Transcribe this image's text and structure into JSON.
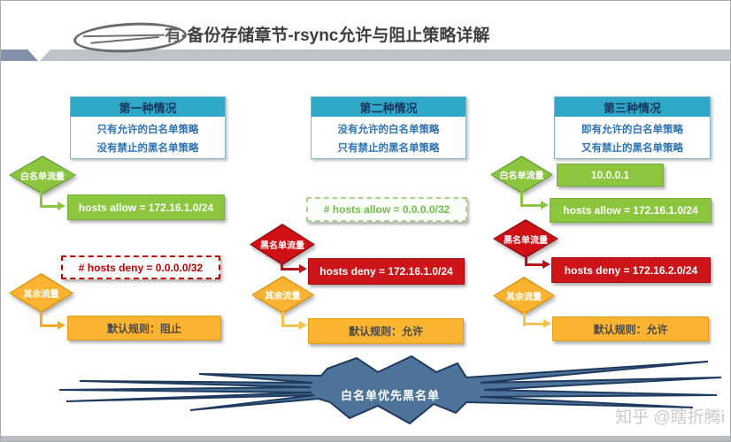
{
  "title": {
    "redacted_char": "有",
    "text": "-备份存储章节-rsync允许与阻止策略详解"
  },
  "watermark": "知乎 @瞎折腾i",
  "burst": {
    "label": "白名单优先黑名单"
  },
  "col1": {
    "header": "第一种情况",
    "desc1": "只有允许的白名单策略",
    "desc2": "没有禁止的黑名单策略",
    "whitelist_diamond": "白名单流量",
    "allow_rule": "hosts allow = 172.16.1.0/24",
    "deny_rule_commented": "# hosts deny = 0.0.0.0/32",
    "rest_diamond": "其余流量",
    "default_rule": "默认规则：阻止"
  },
  "col2": {
    "header": "第二种情况",
    "desc1": "没有允许的白名单策略",
    "desc2": "只有禁止的黑名单策略",
    "allow_rule_commented": "# hosts allow = 0.0.0.0/32",
    "blacklist_diamond": "黑名单流量",
    "deny_rule": "hosts deny = 172.16.1.0/24",
    "rest_diamond": "其余流量",
    "default_rule": "默认规则：允许"
  },
  "col3": {
    "header": "第三种情况",
    "desc1": "即有允许的白名单策略",
    "desc2": "又有禁止的黑名单策略",
    "whitelist_diamond": "白名单流量",
    "whitelist_ip": "10.0.0.1",
    "allow_rule": "hosts allow = 172.16.1.0/24",
    "blacklist_diamond": "黑名单流量",
    "deny_rule": "hosts deny = 172.16.2.0/24",
    "rest_diamond": "其余流量",
    "default_rule": "默认规则：允许"
  },
  "colors": {
    "header_teal": "#2FA8C8",
    "navy_text": "#17375E",
    "blue_text": "#2E74B5",
    "green": "#8CC63F",
    "red": "#CD1519",
    "amber": "#FBB431",
    "burst_blue": "#4E7399"
  }
}
